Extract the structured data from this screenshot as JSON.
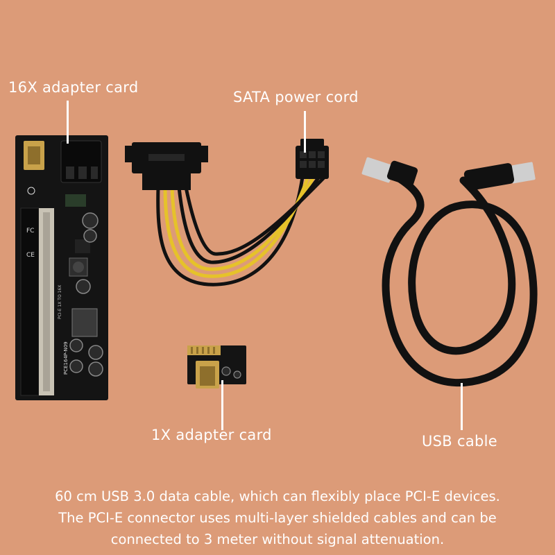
{
  "labels": {
    "card16x": "16X adapter card",
    "sata": "SATA power cord",
    "card1x": "1X adapter card",
    "usb": "USB cable"
  },
  "pcb_text": {
    "model": "PCE164P-N09",
    "slot": "PCI-E 1X TO 16X"
  },
  "caption": [
    "60 cm USB 3.0 data cable, which can flexibly place PCI-E devices.",
    "The PCI-E connector uses multi-layer shielded cables and can be",
    "connected to 3 meter without signal attenuation."
  ],
  "colors": {
    "background": "#dc9b78",
    "pcb": "#141414",
    "gold": "#c9a24a",
    "cable": "#111111",
    "wire_yellow": "#e6c22a",
    "label": "#ffffff"
  }
}
